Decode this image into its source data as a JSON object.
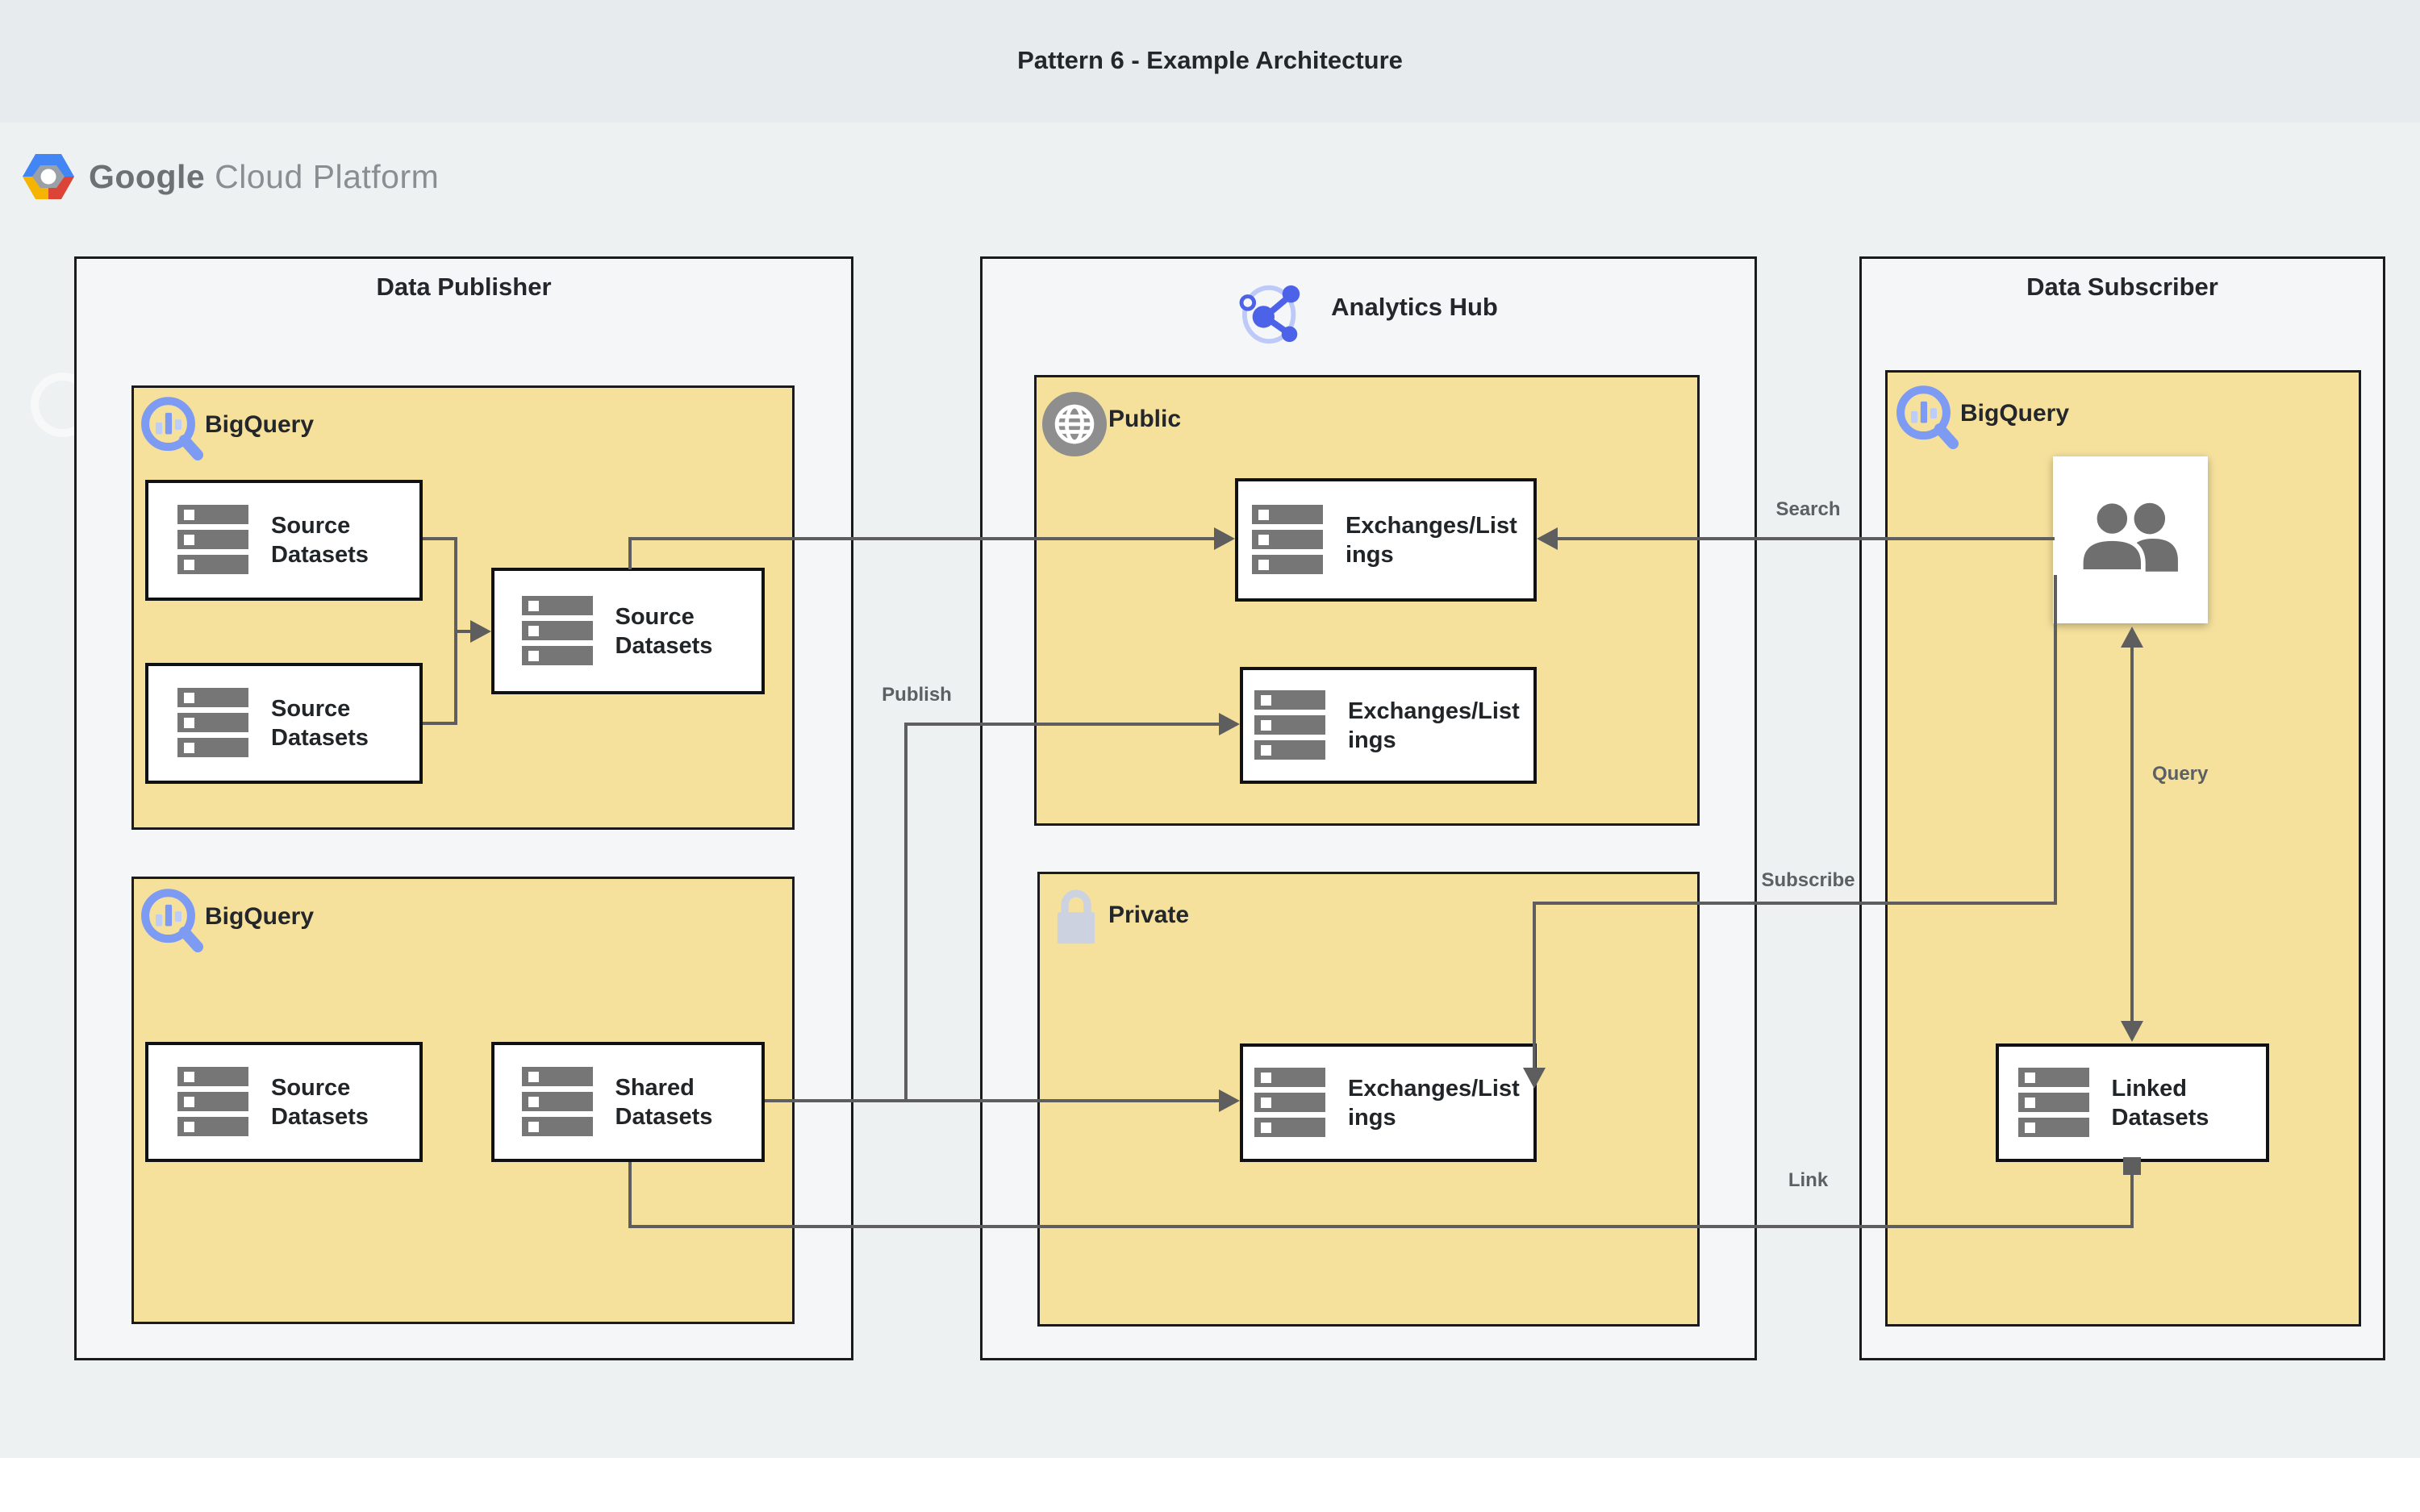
{
  "header": {
    "title": "Pattern 6 - Example Architecture"
  },
  "logo": {
    "google": "Google",
    "cloud_platform": "Cloud Platform"
  },
  "publisher": {
    "title": "Data Publisher",
    "bigquery_top": {
      "label": "BigQuery",
      "source_a": "Source Datasets",
      "source_b": "Source Datasets",
      "source_merged": "Source Datasets"
    },
    "bigquery_bottom": {
      "label": "BigQuery",
      "source": "Source Datasets",
      "shared": "Shared Datasets"
    }
  },
  "hub": {
    "title": "Analytics Hub",
    "public": {
      "label": "Public",
      "listing_top": "Exchanges/Listings",
      "listing_bottom": "Exchanges/Listings"
    },
    "private": {
      "label": "Private",
      "listing": "Exchanges/Listings"
    }
  },
  "subscriber": {
    "title": "Data Subscriber",
    "bigquery_label": "BigQuery",
    "linked": "Linked Datasets"
  },
  "edge_labels": {
    "publish": "Publish",
    "search": "Search",
    "subscribe": "Subscribe",
    "query": "Query",
    "link": "Link"
  },
  "colors": {
    "section_yellow": "#F6E19C",
    "line_gray": "#5E5E5E",
    "bigquery_blue": "#7E9BF4",
    "hub_blue": "#4C63E9",
    "icon_gray": "#767676",
    "header_band": "#E7EBED"
  }
}
